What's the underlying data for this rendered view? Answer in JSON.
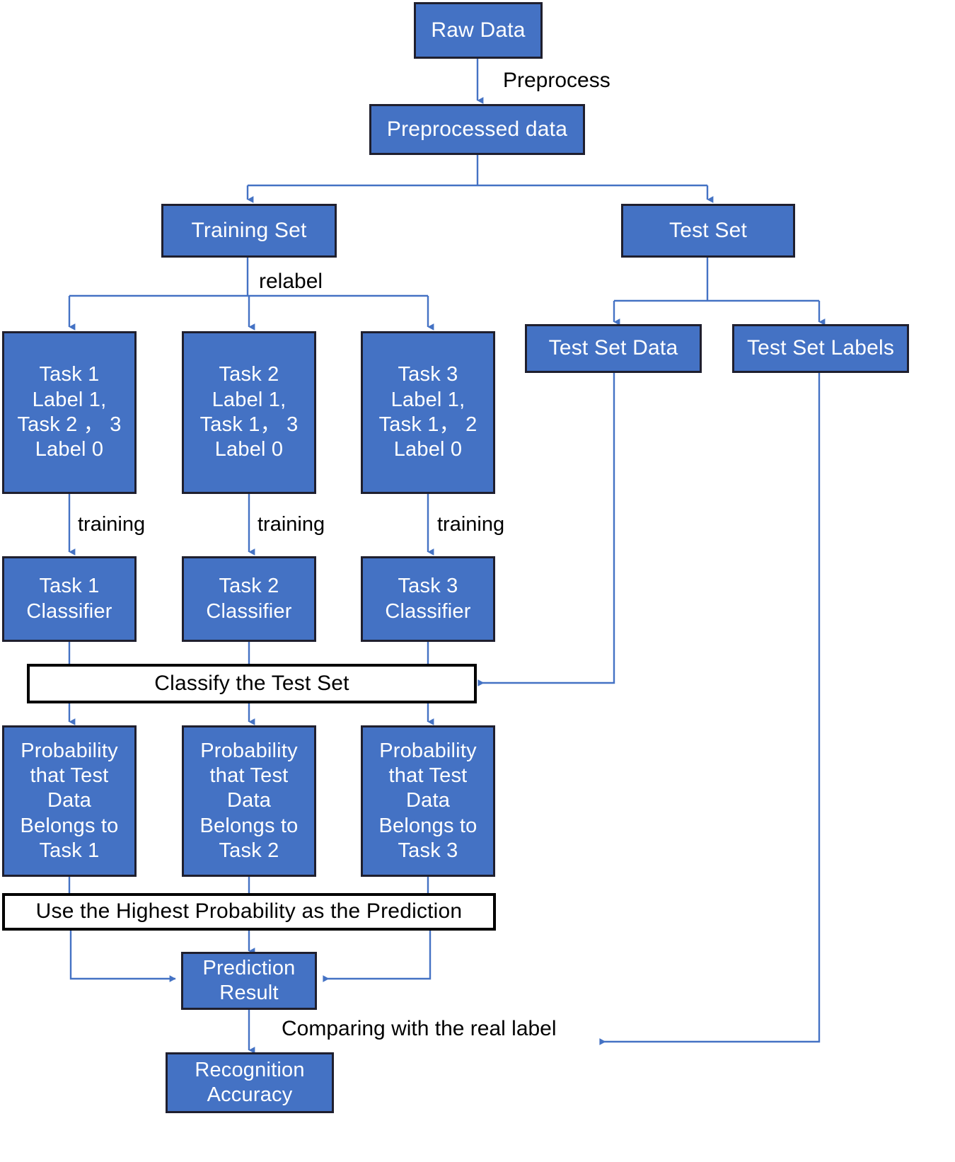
{
  "diagram": {
    "title": "Task-relabeling multi-classifier recognition pipeline flowchart",
    "colors": {
      "node_fill": "#4472C4",
      "node_border": "#1F1F2E",
      "node_text": "#FFFFFF",
      "plain_fill": "#FFFFFF",
      "plain_border": "#000000",
      "plain_text": "#000000",
      "connector": "#4472C4"
    },
    "nodes": {
      "raw_data": "Raw Data",
      "preprocessed_data": "Preprocessed data",
      "training_set": "Training Set",
      "test_set": "Test Set",
      "test_set_data": "Test Set Data",
      "test_set_labels": "Test Set Labels",
      "task1_relabel": "Task 1\nLabel 1,\nTask 2 ，  3\nLabel 0",
      "task2_relabel": "Task 2\nLabel 1,\nTask 1，  3\nLabel 0",
      "task3_relabel": "Task 3\nLabel 1,\nTask 1，  2\nLabel 0",
      "task1_classifier": "Task 1\nClassifier",
      "task2_classifier": "Task 2\nClassifier",
      "task3_classifier": "Task 3\nClassifier",
      "classify_test_set": "Classify the Test Set",
      "prob_task1": "Probability\nthat Test\nData\nBelongs to\nTask 1",
      "prob_task2": "Probability\nthat Test\nData\nBelongs to\nTask 2",
      "prob_task3": "Probability\nthat Test\nData\nBelongs to\nTask 3",
      "highest_probability": "Use the Highest Probability as the Prediction",
      "prediction_result": "Prediction\nResult",
      "recognition_accuracy": "Recognition\nAccuracy"
    },
    "edge_labels": {
      "preprocess": "Preprocess",
      "relabel": "relabel",
      "training_1": "training",
      "training_2": "training",
      "training_3": "training",
      "comparing": "Comparing with the real label"
    }
  }
}
